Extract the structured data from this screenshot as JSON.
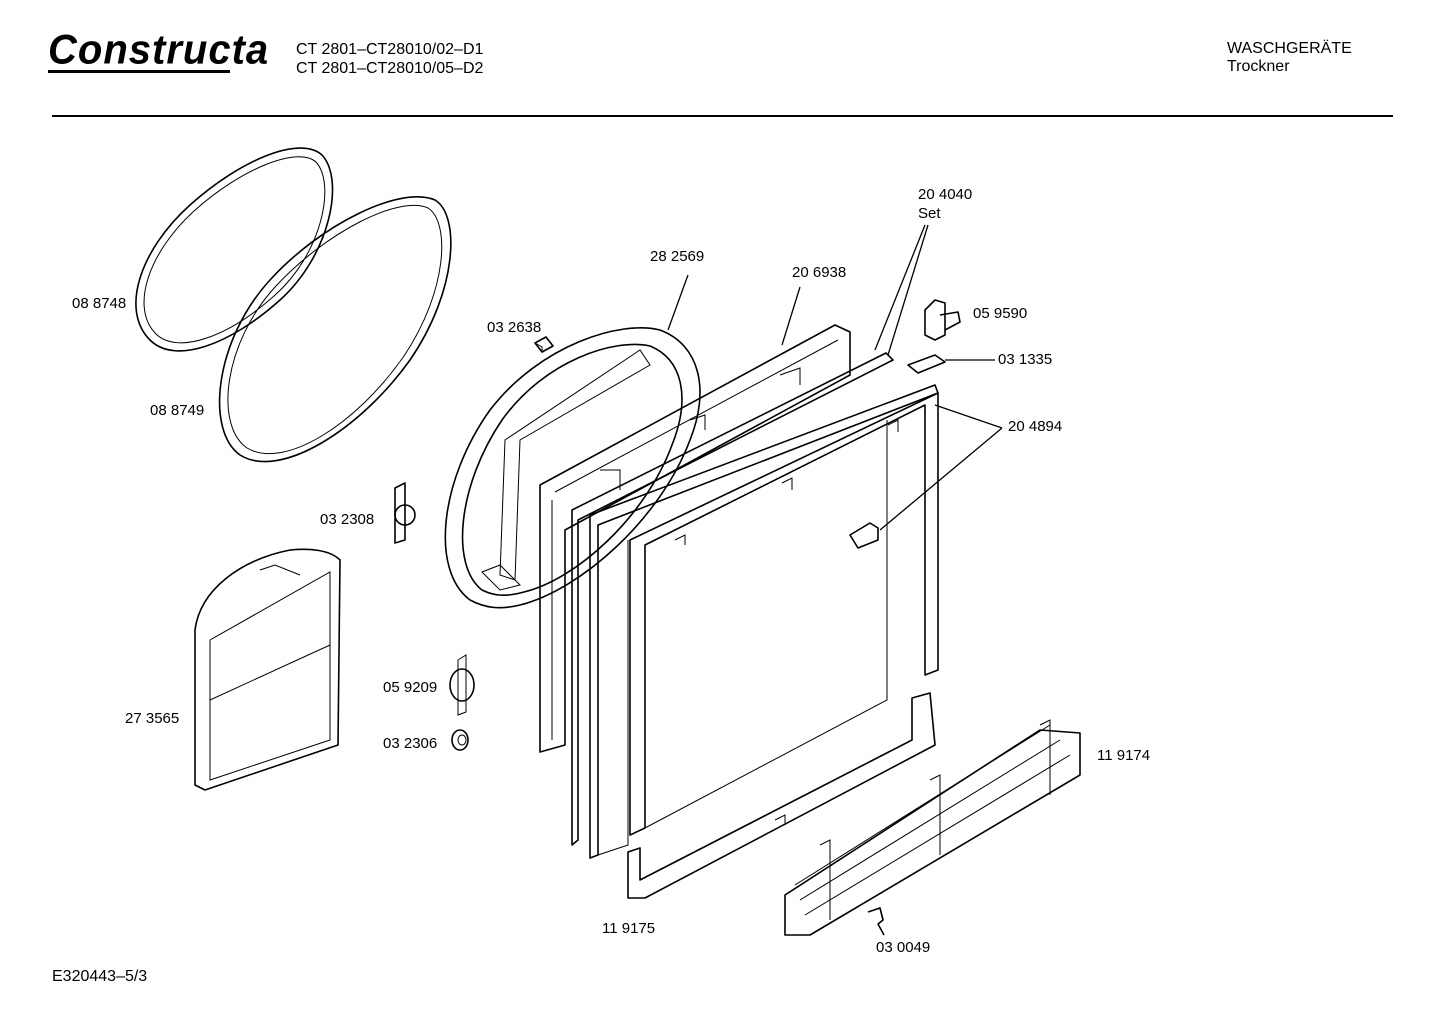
{
  "header": {
    "brand": "Constructa",
    "model_lines": [
      "CT 2801–CT28010/02–D1",
      "CT 2801–CT28010/05–D2"
    ],
    "category": "WASCHGERÄTE",
    "subcategory": "Trockner"
  },
  "parts": {
    "p088748": "08 8748",
    "p088749": "08 8749",
    "p032638": "03 2638",
    "p282569": "28 2569",
    "p206938": "20 6938",
    "p204040": "20 4040",
    "p204040_note": "Set",
    "p059590": "05 9590",
    "p031335": "03 1335",
    "p204894": "20 4894",
    "p032308": "03 2308",
    "p273565": "27 3565",
    "p059209": "05 9209",
    "p032306": "03 2306",
    "p119174": "11 9174",
    "p119175": "11 9175",
    "p030049": "03 0049"
  },
  "footer": {
    "code": "E320443–5/3"
  }
}
